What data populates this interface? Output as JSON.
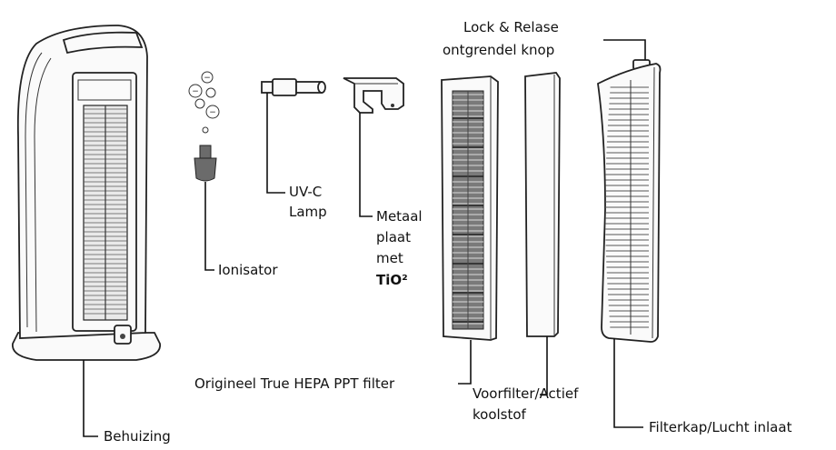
{
  "labels": {
    "lock": "Lock & Relase",
    "lock_line2": "ontgrendel knop",
    "uvc": "UV-C",
    "lamp": "Lamp",
    "metal_1": "Metaal",
    "metal_2": "plaat",
    "metal_3": "met",
    "tio2": "TiO²",
    "ionizer": "Ionisator",
    "hepa": "Origineel True HEPA PPT filter",
    "prefilter_1": "Voorfilter/Actief",
    "prefilter_2": "koolstof",
    "filtercap": "Filterkap/Lucht inlaat",
    "housing": "Behuizing"
  },
  "icons": {
    "ion_bubbles": "ion-bubble-icon"
  }
}
